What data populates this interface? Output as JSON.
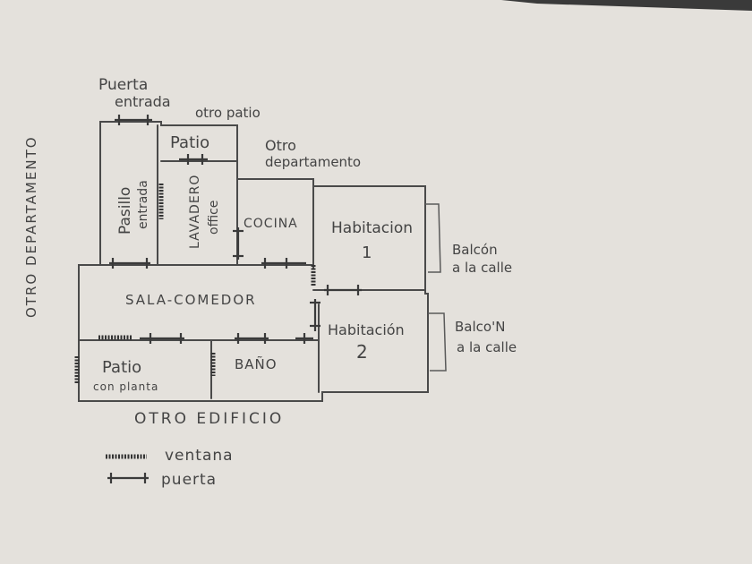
{
  "labels": {
    "puerta_entrada_1": "Puerta",
    "puerta_entrada_2": "entrada",
    "otro_patio": "otro patio",
    "otro_departamento_top_1": "Otro",
    "otro_departamento_top_2": "departamento",
    "otro_departamento_side": "OTRO DEPARTAMENTO",
    "patio": "Patio",
    "pasillo_1": "Pasillo",
    "pasillo_2": "entrada",
    "lavadero_1": "LAVADERO",
    "lavadero_2": "office",
    "cocina": "COCINA",
    "habitacion_1_a": "Habitacion",
    "habitacion_1_b": "1",
    "balcon_1_a": "Balcón",
    "balcon_1_b": "a la calle",
    "sala_comedor": "SALA-COMEDOR",
    "habitacion_2_a": "Habitación",
    "habitacion_2_b": "2",
    "balcon_2_a": "Balco'N",
    "balcon_2_b": "a la calle",
    "patio_planta_1": "Patio",
    "patio_planta_2": "con planta",
    "bano": "BAÑO",
    "otro_edificio": "OTRO EDIFICIO"
  },
  "legend": {
    "ventana": "ventana",
    "puerta": "puerta"
  }
}
